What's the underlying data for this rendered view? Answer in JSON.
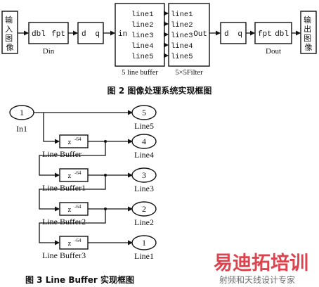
{
  "fig2": {
    "input_label": "输入图像",
    "output_label": "输出图像",
    "din": {
      "left": "dbl",
      "right": "fpt",
      "name": "Din"
    },
    "dq1": {
      "left": "d",
      "right": "q"
    },
    "line_buffer": {
      "in_port": "in",
      "outputs": [
        "line1",
        "line2",
        "line3",
        "line4",
        "line5"
      ],
      "name": "5 line buffer"
    },
    "filter": {
      "inputs": [
        "line1",
        "line2",
        "line3",
        "line4",
        "line5"
      ],
      "out_port": "Out",
      "name": "5×5Filter"
    },
    "dq2": {
      "left": "d",
      "right": "q"
    },
    "dout": {
      "left": "fpt",
      "right": "dbl",
      "name": "Dout"
    },
    "caption": "图 2  图像处理系统实现框图"
  },
  "fig3": {
    "in_port": {
      "number": "1",
      "name": "In1"
    },
    "delay": "z",
    "delay_exp": "-64",
    "buffers": [
      {
        "name": "Line Buffer"
      },
      {
        "name": "Line Buffer1"
      },
      {
        "name": "Line Buffer2"
      },
      {
        "name": "Line Buffer3"
      }
    ],
    "outports": [
      {
        "number": "5",
        "name": "Line5"
      },
      {
        "number": "4",
        "name": "Line4"
      },
      {
        "number": "3",
        "name": "Line3"
      },
      {
        "number": "2",
        "name": "Line2"
      },
      {
        "number": "1",
        "name": "Line1"
      }
    ],
    "caption": "图 3   Line Buffer 实现框图"
  },
  "watermark": {
    "title": "易迪拓培训",
    "subtitle": "射频和天线设计专家",
    "color": "#d9232e"
  }
}
